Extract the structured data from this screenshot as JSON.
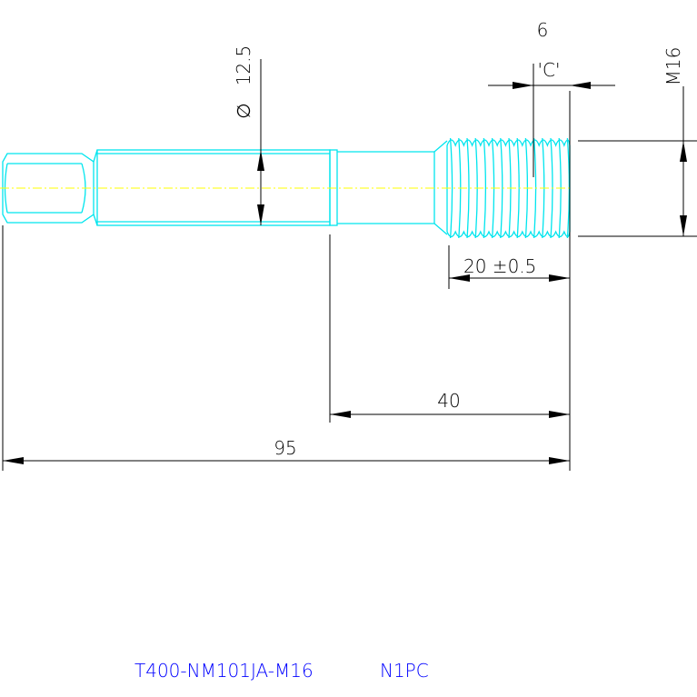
{
  "drawing": {
    "dimensions": {
      "thread_length_c": "6",
      "c_label": "'C'",
      "thread_size": "M16",
      "diameter_symbol": "∅",
      "diameter_value": "12.5",
      "thread_length": "20  ±0.5",
      "partial_length": "40",
      "overall_length": "95"
    },
    "title_block": {
      "part_number": "T400-NM101JA-M16",
      "quantity": "N1PC"
    },
    "colors": {
      "part_outline": "#00e5ee",
      "centerline": "#ffff00",
      "dimension": "#000000",
      "note": "#0000ff"
    }
  }
}
